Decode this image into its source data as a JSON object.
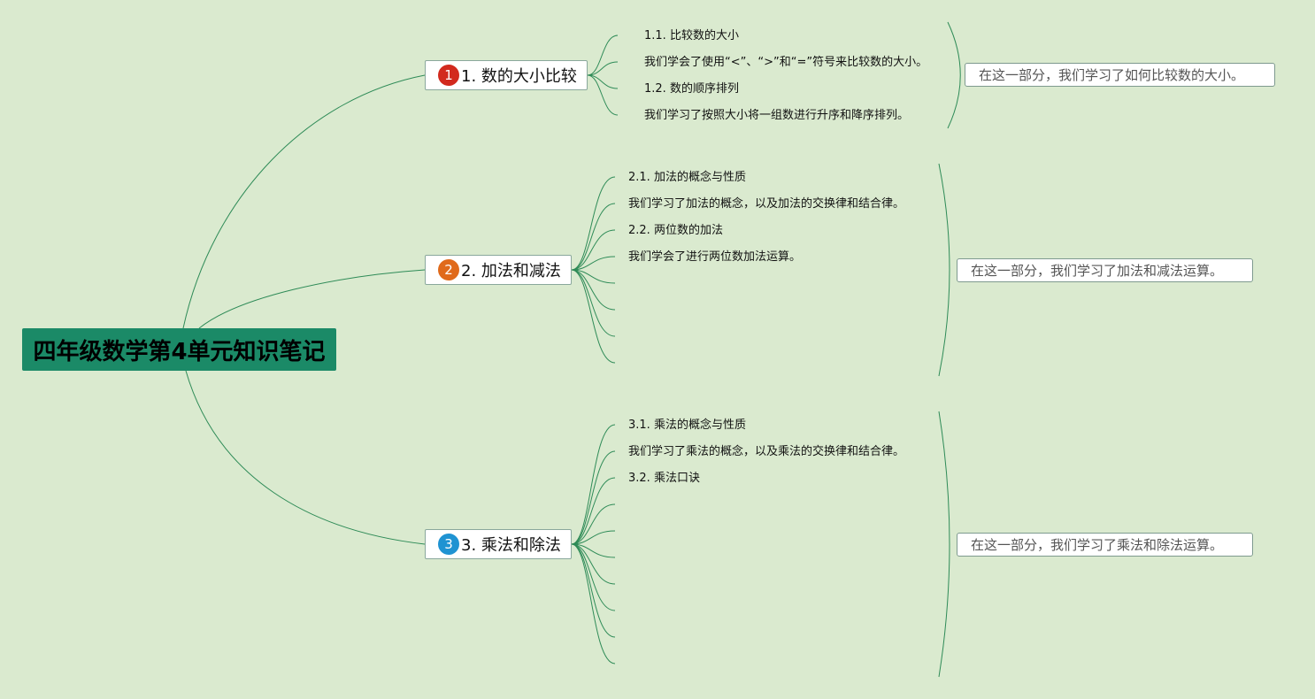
{
  "root": {
    "label": "四年级数学第4单元知识笔记"
  },
  "topics": [
    {
      "number": "1",
      "label": "1. 数的大小比较",
      "badge_color": "#d22a1e",
      "leaves": [
        "1.1. 比较数的大小",
        "我们学会了使用“<”、“>”和“=”符号来比较数的大小。",
        "1.2. 数的顺序排列",
        "我们学习了按照大小将一组数进行升序和降序排列。"
      ],
      "summary": "在这一部分，我们学习了如何比较数的大小。"
    },
    {
      "number": "2",
      "label": "2. 加法和减法",
      "badge_color": "#e06a1b",
      "leaves": [
        "2.1. 加法的概念与性质",
        "我们学习了加法的概念，以及加法的交换律和结合律。",
        "2.2. 两位数的加法",
        "我们学会了进行两位数加法运算。"
      ],
      "summary": "在这一部分，我们学习了加法和减法运算。"
    },
    {
      "number": "3",
      "label": "3. 乘法和除法",
      "badge_color": "#1f93d2",
      "leaves": [
        "3.1. 乘法的概念与性质",
        "我们学习了乘法的概念，以及乘法的交换律和结合律。",
        "3.2. 乘法口诀"
      ],
      "summary": "在这一部分，我们学习了乘法和除法运算。"
    }
  ],
  "colors": {
    "background": "#daeacf",
    "root_fill": "#1b8a67",
    "line": "#2e8b57"
  }
}
